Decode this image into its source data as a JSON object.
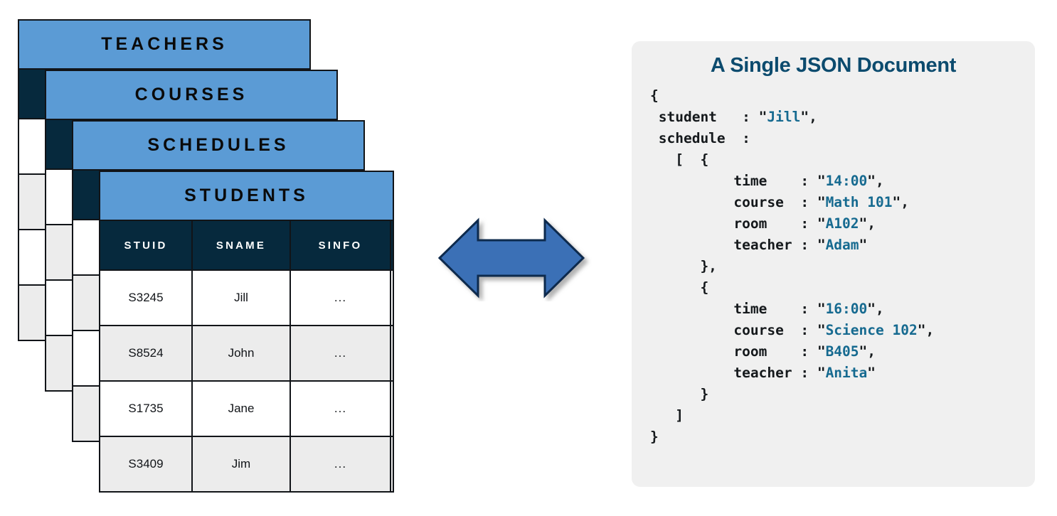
{
  "diagram": {
    "type": "relational-tables-vs-json-document",
    "arrow": {
      "name": "bidirectional-arrow",
      "direction": "left-right",
      "fill": "#3b6fb6",
      "stroke": "#0d2b4e"
    }
  },
  "tables": {
    "stack": [
      {
        "title": "TEACHERS"
      },
      {
        "title": "COURSES"
      },
      {
        "title": "SCHEDULES"
      },
      {
        "title": "STUDENTS"
      }
    ],
    "front": {
      "title": "STUDENTS",
      "columns": [
        "STUID",
        "SNAME",
        "SINFO"
      ],
      "rows": [
        [
          "S3245",
          "Jill",
          "..."
        ],
        [
          "S8524",
          "John",
          "..."
        ],
        [
          "S1735",
          "Jane",
          "..."
        ],
        [
          "S3409",
          "Jim",
          "..."
        ]
      ]
    },
    "colors": {
      "title_bar": "#5b9bd5",
      "header_row": "#06293d",
      "row_white": "#ffffff",
      "row_gray": "#ececec",
      "border": "#111418"
    }
  },
  "json_panel": {
    "title": "A Single JSON Document",
    "background": "#f0f0f0",
    "title_color": "#0c4b6e",
    "value_color": "#166a90",
    "document": {
      "student": "Jill",
      "schedule": [
        {
          "time": "14:00",
          "course": "Math 101",
          "room": "A102",
          "teacher": "Adam"
        },
        {
          "time": "16:00",
          "course": "Science 102",
          "room": "B405",
          "teacher": "Anita"
        }
      ]
    },
    "lines": [
      [
        {
          "t": "{",
          "c": "p"
        }
      ],
      [
        {
          "t": " student   : ",
          "c": "p"
        },
        {
          "t": "\"",
          "c": "p"
        },
        {
          "t": "Jill",
          "c": "v"
        },
        {
          "t": "\",",
          "c": "p"
        }
      ],
      [
        {
          "t": " schedule  :",
          "c": "p"
        }
      ],
      [
        {
          "t": "   [  {",
          "c": "p"
        }
      ],
      [
        {
          "t": "          time    : ",
          "c": "p"
        },
        {
          "t": "\"",
          "c": "p"
        },
        {
          "t": "14:00",
          "c": "v"
        },
        {
          "t": "\",",
          "c": "p"
        }
      ],
      [
        {
          "t": "          course  : ",
          "c": "p"
        },
        {
          "t": "\"",
          "c": "p"
        },
        {
          "t": "Math 101",
          "c": "v"
        },
        {
          "t": "\",",
          "c": "p"
        }
      ],
      [
        {
          "t": "          room    : ",
          "c": "p"
        },
        {
          "t": "\"",
          "c": "p"
        },
        {
          "t": "A102",
          "c": "v"
        },
        {
          "t": "\",",
          "c": "p"
        }
      ],
      [
        {
          "t": "          teacher : ",
          "c": "p"
        },
        {
          "t": "\"",
          "c": "p"
        },
        {
          "t": "Adam",
          "c": "v"
        },
        {
          "t": "\"",
          "c": "p"
        }
      ],
      [
        {
          "t": "      },",
          "c": "p"
        }
      ],
      [
        {
          "t": "      {",
          "c": "p"
        }
      ],
      [
        {
          "t": "          time    : ",
          "c": "p"
        },
        {
          "t": "\"",
          "c": "p"
        },
        {
          "t": "16:00",
          "c": "v"
        },
        {
          "t": "\",",
          "c": "p"
        }
      ],
      [
        {
          "t": "          course  : ",
          "c": "p"
        },
        {
          "t": "\"",
          "c": "p"
        },
        {
          "t": "Science 102",
          "c": "v"
        },
        {
          "t": "\",",
          "c": "p"
        }
      ],
      [
        {
          "t": "          room    : ",
          "c": "p"
        },
        {
          "t": "\"",
          "c": "p"
        },
        {
          "t": "B405",
          "c": "v"
        },
        {
          "t": "\",",
          "c": "p"
        }
      ],
      [
        {
          "t": "          teacher : ",
          "c": "p"
        },
        {
          "t": "\"",
          "c": "p"
        },
        {
          "t": "Anita",
          "c": "v"
        },
        {
          "t": "\"",
          "c": "p"
        }
      ],
      [
        {
          "t": "      }",
          "c": "p"
        }
      ],
      [
        {
          "t": "   ]",
          "c": "p"
        }
      ],
      [
        {
          "t": "}",
          "c": "p"
        }
      ]
    ]
  }
}
